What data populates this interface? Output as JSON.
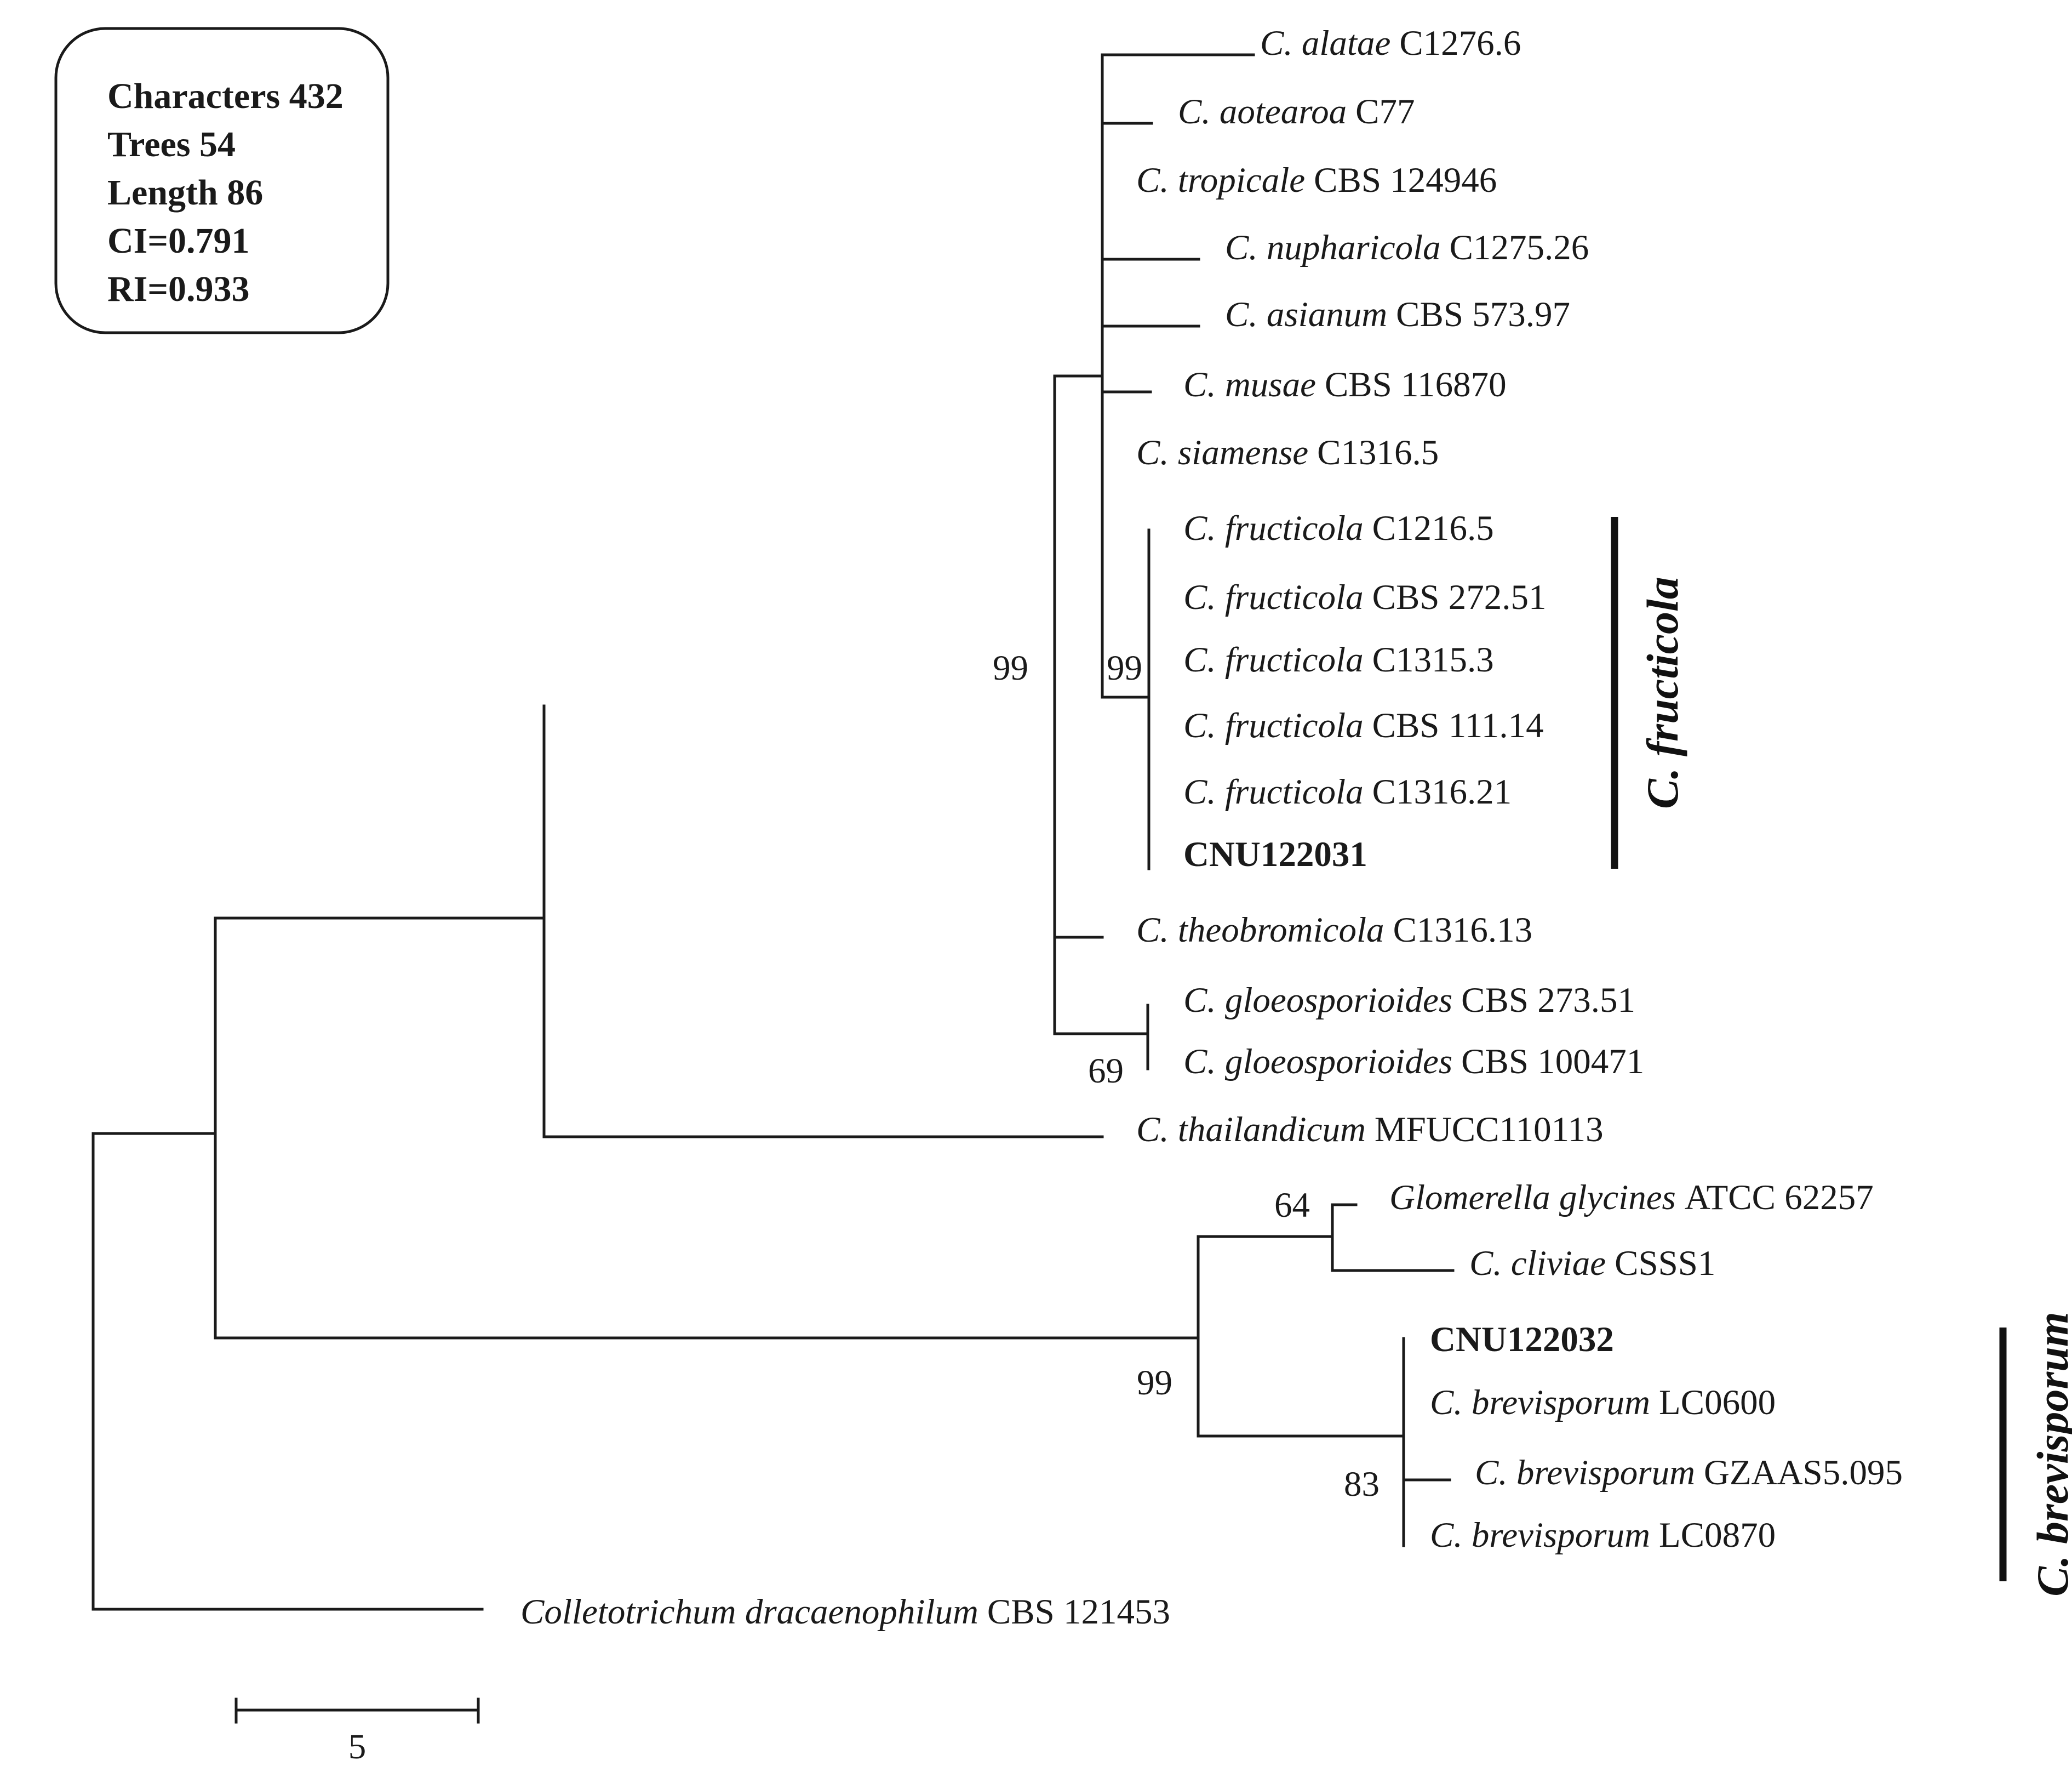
{
  "stats_box": {
    "lines": [
      "Characters 432",
      "Trees  54",
      "Length 86",
      "CI=0.791",
      "RI=0.933"
    ]
  },
  "taxa": [
    {
      "genus": "C. alatae",
      "strain": "C1276.6",
      "bold": false
    },
    {
      "genus": "C. aotearoa",
      "strain": "C77",
      "bold": false
    },
    {
      "genus": "C. tropicale",
      "strain": "CBS 124946",
      "bold": false
    },
    {
      "genus": "C. nupharicola",
      "strain": "C1275.26",
      "bold": false
    },
    {
      "genus": "C. asianum",
      "strain": "CBS 573.97",
      "bold": false
    },
    {
      "genus": "C. musae",
      "strain": "CBS 116870",
      "bold": false
    },
    {
      "genus": "C. siamense",
      "strain": "C1316.5",
      "bold": false
    },
    {
      "genus": "C. fructicola",
      "strain": "C1216.5",
      "bold": false
    },
    {
      "genus": "C. fructicola",
      "strain": "CBS 272.51",
      "bold": false
    },
    {
      "genus": "C. fructicola",
      "strain": "C1315.3",
      "bold": false
    },
    {
      "genus": "C. fructicola",
      "strain": "CBS 111.14",
      "bold": false
    },
    {
      "genus": "C. fructicola",
      "strain": "C1316.21",
      "bold": false
    },
    {
      "genus": "",
      "strain": "CNU122031",
      "bold": true
    },
    {
      "genus": "C. theobromicola",
      "strain": "C1316.13",
      "bold": false
    },
    {
      "genus": "C. gloeosporioides",
      "strain": "CBS 273.51",
      "bold": false
    },
    {
      "genus": "C. gloeosporioides",
      "strain": "CBS 100471",
      "bold": false
    },
    {
      "genus": "C. thailandicum",
      "strain": "MFUCC110113",
      "bold": false
    },
    {
      "genus": "Glomerella glycines",
      "strain": "ATCC 62257",
      "bold": false
    },
    {
      "genus": "C. cliviae",
      "strain": "CSSS1",
      "bold": false
    },
    {
      "genus": "",
      "strain": "CNU122032",
      "bold": true
    },
    {
      "genus": "C. brevisporum",
      "strain": "LC0600",
      "bold": false
    },
    {
      "genus": "C. brevisporum",
      "strain": "GZAAS5.095",
      "bold": false
    },
    {
      "genus": "C. brevisporum",
      "strain": "LC0870",
      "bold": false
    },
    {
      "genus": "Colletotrichum dracaenophilum",
      "strain": "CBS 121453",
      "bold": false
    }
  ],
  "support_values": [
    "99",
    "99",
    "69",
    "64",
    "99",
    "83"
  ],
  "clade_labels": [
    "C. fructicola",
    "C. brevisporum"
  ],
  "scale_bar": {
    "label": "5"
  }
}
